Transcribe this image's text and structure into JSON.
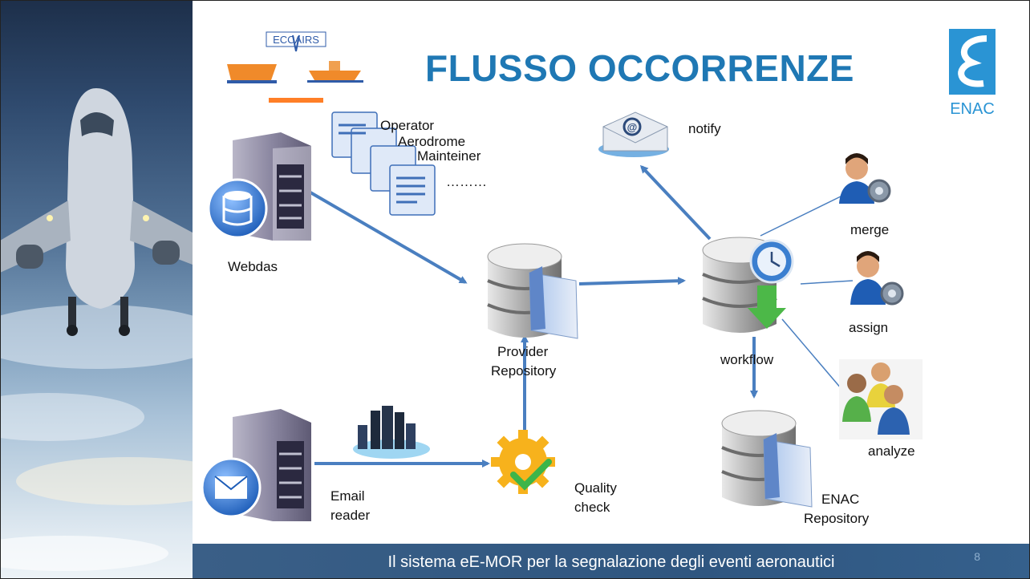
{
  "title": "FLUSSO OCCORRENZE",
  "footer": {
    "text": "Il sistema eE-MOR  per la segnalazione degli eventi aeronautici",
    "page": "8"
  },
  "logos": {
    "eccairs": "ECCAIRS",
    "enac": "ENAC"
  },
  "nodes": {
    "webdas": "Webdas",
    "docs": [
      "Operator",
      "Aerodrome",
      "Mainteiner",
      "………"
    ],
    "email_reader": [
      "Email",
      "reader"
    ],
    "provider_repository": [
      "Provider",
      "Repository"
    ],
    "quality_check": [
      "Quality",
      "check"
    ],
    "workflow": "workflow",
    "notify": "notify",
    "merge": "merge",
    "assign": "assign",
    "analyze": "analyze",
    "enac_repository": [
      "ENAC",
      "Repository"
    ]
  },
  "colors": {
    "title": "#1f78b4",
    "arrow": "#4a7fc0",
    "footer_bg": "#2f5680"
  },
  "icons": [
    "server-icon",
    "database-icon",
    "document-stack-icon",
    "mail-icon",
    "gear-check-icon",
    "cloud-servers-icon",
    "clock-icon",
    "download-arrow-icon",
    "user-gear-icon",
    "user-group-icon",
    "airplane-image"
  ]
}
